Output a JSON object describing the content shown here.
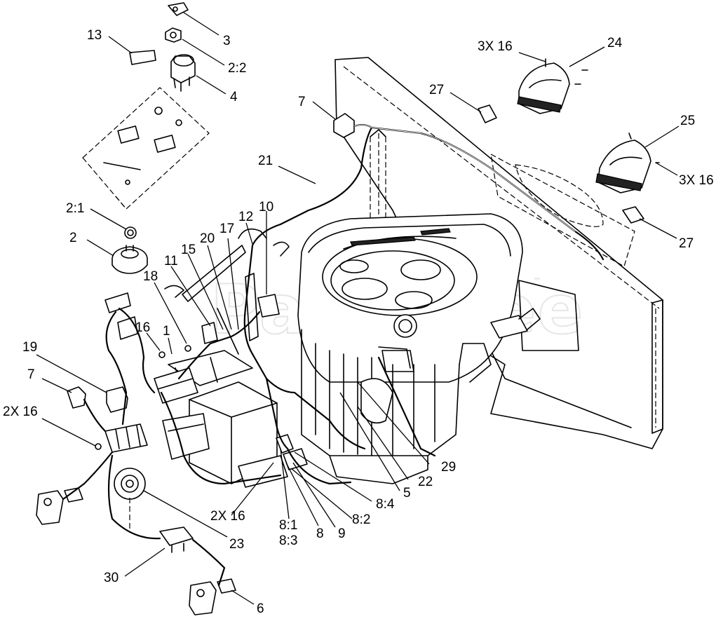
{
  "watermark": {
    "text": "PartsTree",
    "trademark": "™"
  },
  "callouts": [
    {
      "id": "c3",
      "label": "3"
    },
    {
      "id": "c13",
      "label": "13"
    },
    {
      "id": "c2-2",
      "label": "2:2"
    },
    {
      "id": "c4",
      "label": "4"
    },
    {
      "id": "c3x16-top",
      "label": "3X 16"
    },
    {
      "id": "c24",
      "label": "24"
    },
    {
      "id": "c27-top",
      "label": "27"
    },
    {
      "id": "c7-top",
      "label": "7"
    },
    {
      "id": "c25",
      "label": "25"
    },
    {
      "id": "c3x16-right",
      "label": "3X 16"
    },
    {
      "id": "c21",
      "label": "21"
    },
    {
      "id": "c27-right",
      "label": "27"
    },
    {
      "id": "c2-1",
      "label": "2:1"
    },
    {
      "id": "c12",
      "label": "12"
    },
    {
      "id": "c10",
      "label": "10"
    },
    {
      "id": "c2",
      "label": "2"
    },
    {
      "id": "c17",
      "label": "17"
    },
    {
      "id": "c20",
      "label": "20"
    },
    {
      "id": "c15",
      "label": "15"
    },
    {
      "id": "c11",
      "label": "11"
    },
    {
      "id": "c18",
      "label": "18"
    },
    {
      "id": "c16",
      "label": "16"
    },
    {
      "id": "c1",
      "label": "1"
    },
    {
      "id": "c19",
      "label": "19"
    },
    {
      "id": "c7-left",
      "label": "7"
    },
    {
      "id": "c2x16-left",
      "label": "2X 16"
    },
    {
      "id": "c29",
      "label": "29"
    },
    {
      "id": "c22",
      "label": "22"
    },
    {
      "id": "c5",
      "label": "5"
    },
    {
      "id": "c8-4",
      "label": "8:4"
    },
    {
      "id": "c2x16-bottom",
      "label": "2X 16"
    },
    {
      "id": "c8-2",
      "label": "8:2"
    },
    {
      "id": "c8-1",
      "label": "8:1"
    },
    {
      "id": "c8-3",
      "label": "8:3"
    },
    {
      "id": "c8",
      "label": "8"
    },
    {
      "id": "c9",
      "label": "9"
    },
    {
      "id": "c23",
      "label": "23"
    },
    {
      "id": "c30",
      "label": "30"
    },
    {
      "id": "c6",
      "label": "6"
    }
  ]
}
